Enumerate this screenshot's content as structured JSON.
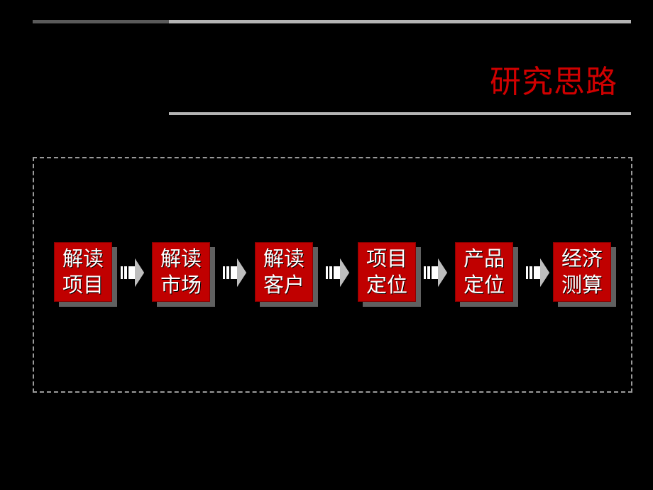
{
  "slide": {
    "title": "研究思路",
    "title_color": "#d00000",
    "accent_color": "#c00000",
    "steps": [
      {
        "line1": "解读",
        "line2": "项目"
      },
      {
        "line1": "解读",
        "line2": "市场"
      },
      {
        "line1": "解读",
        "line2": "客户"
      },
      {
        "line1": "项目",
        "line2": "定位"
      },
      {
        "line1": "产品",
        "line2": "定位"
      },
      {
        "line1": "经济",
        "line2": "测算"
      }
    ],
    "arrow_icon": "chevron-right-arrow-icon"
  }
}
